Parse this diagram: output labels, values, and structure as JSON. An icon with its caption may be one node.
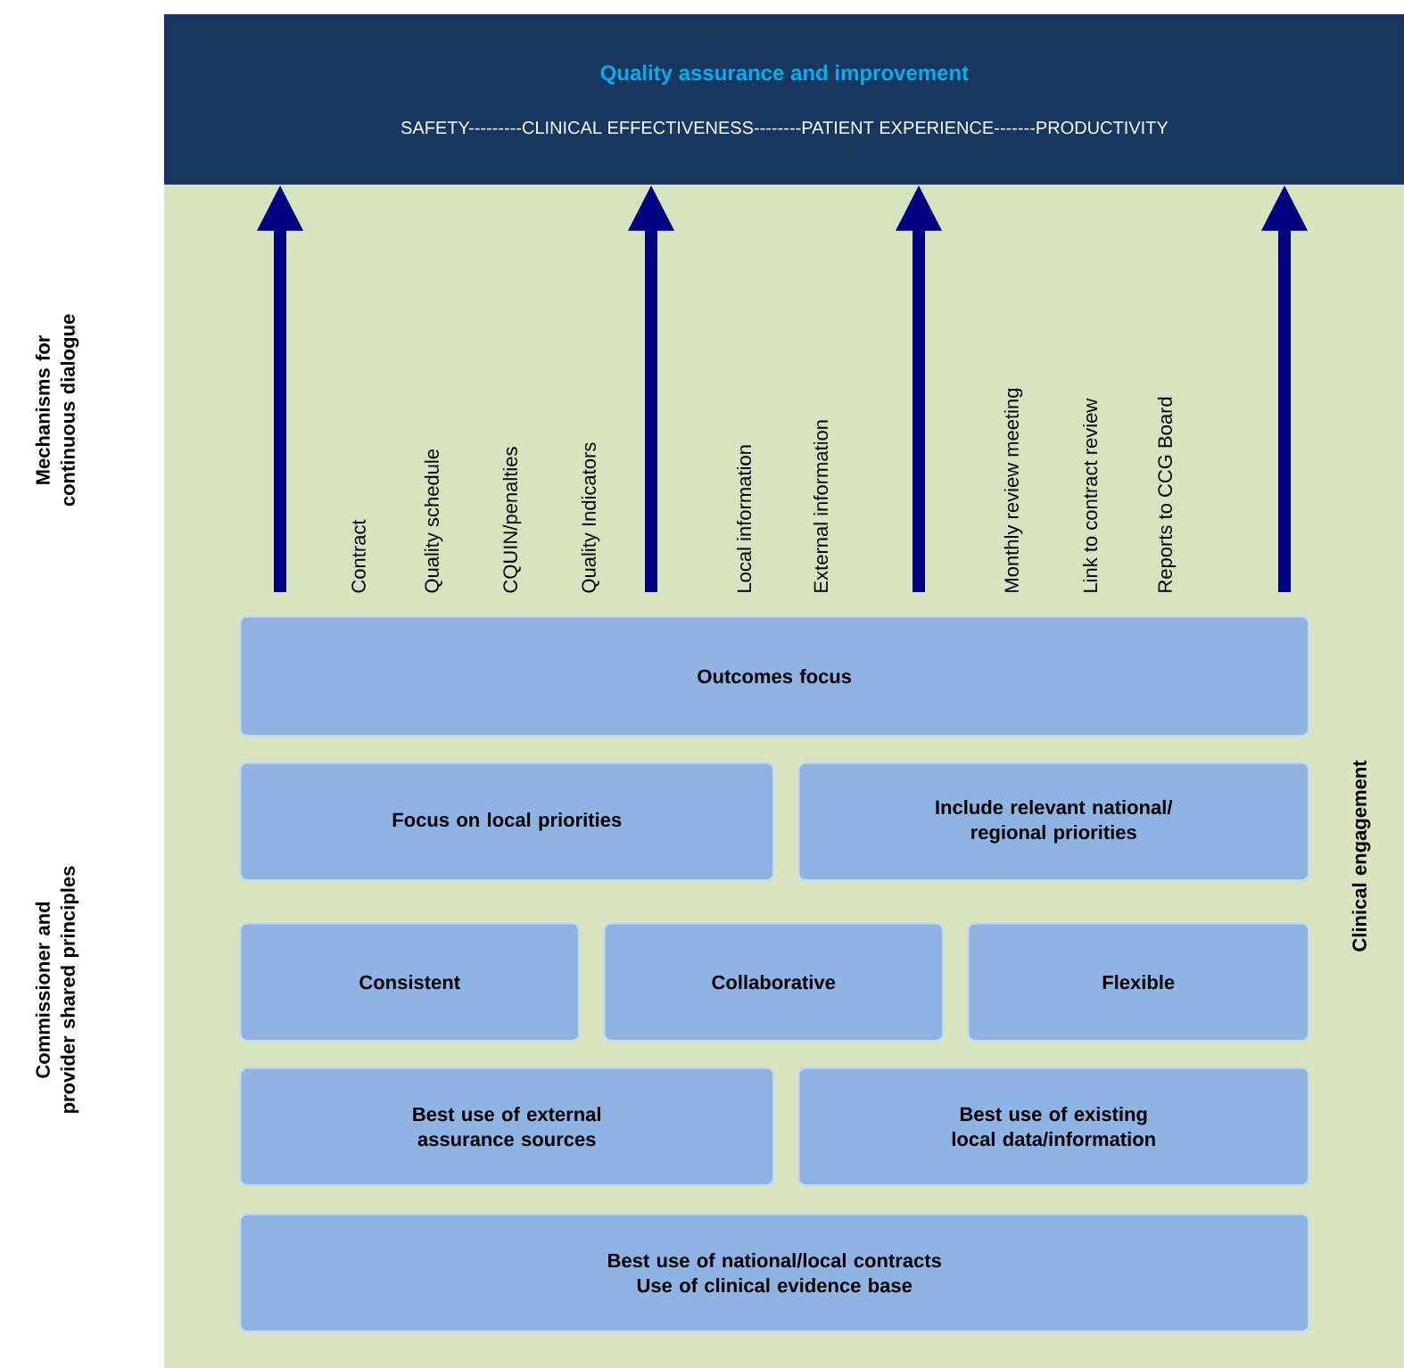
{
  "diagram": {
    "nodes": [
      {
        "text": [
          "Quality assurance and improvement",
          "SAFETY---------CLINICAL  EFFECTIVENESS--------PATIENT  EXPERIENCE-------PRODUCTIVITY"
        ]
      },
      {
        "text": [
          "Outcomes focus"
        ]
      },
      {
        "text": [
          "Focus on local priorities"
        ]
      },
      {
        "text": [
          "Include relevant national/ regional priorities"
        ]
      },
      {
        "text": [
          "Consistent"
        ]
      },
      {
        "text": [
          "Collaborative"
        ]
      },
      {
        "text": [
          "Flexible"
        ]
      },
      {
        "text": [
          "Best use of external assurance sources"
        ]
      },
      {
        "text": [
          "Best use of existing local data/information"
        ]
      },
      {
        "text": [
          "Best use of national/local contracts",
          "Use of clinical evidence base"
        ]
      }
    ],
    "edges": [
      {
        "from": 1,
        "to": 0,
        "arrow": "to"
      },
      {
        "from": 1,
        "to": 0,
        "arrow": "to"
      },
      {
        "from": 1,
        "to": 0,
        "arrow": "to"
      },
      {
        "from": 1,
        "to": 0,
        "arrow": "to"
      }
    ],
    "labels": [
      "Mechanisms for continuous dialogue",
      "Commissioner and provider shared principles",
      "Contract",
      "Quality schedule",
      "CQUIN/penalties",
      "Quality Indicators",
      "Local information",
      "External information",
      "Monthly review meeting",
      "Link to contract review",
      "Reports to CCG Board",
      "Clinical engagement"
    ]
  }
}
